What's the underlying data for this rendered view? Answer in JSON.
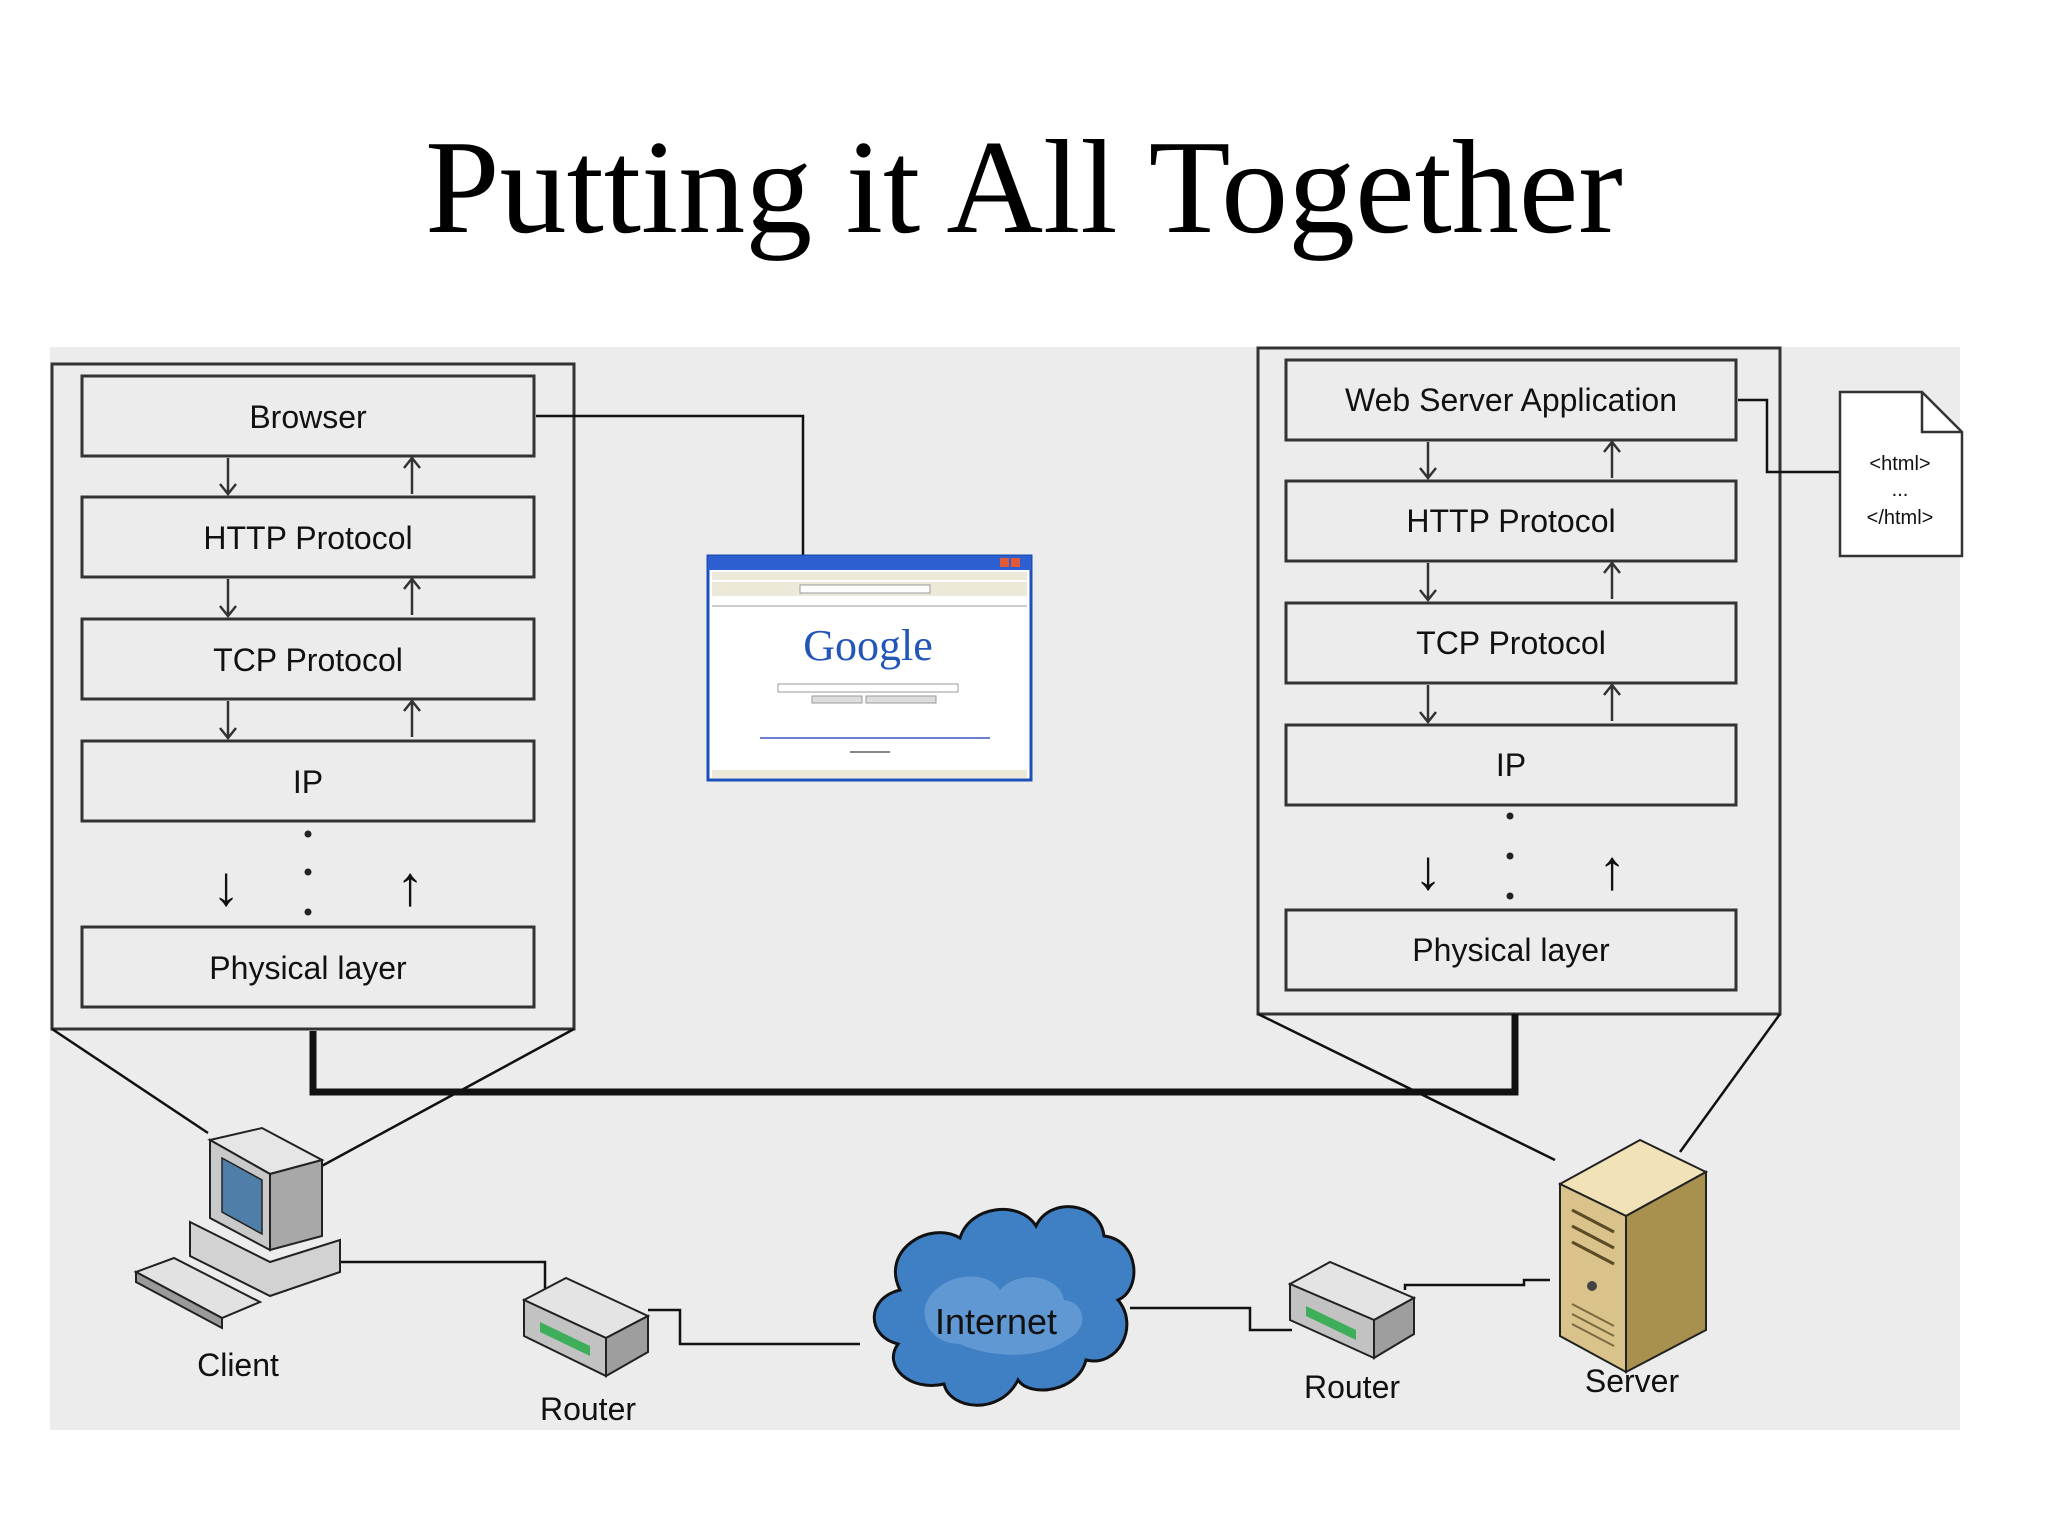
{
  "title": "Putting it All Together",
  "client_stack": [
    "Browser",
    "HTTP Protocol",
    "TCP Protocol",
    "IP",
    "Physical layer"
  ],
  "server_stack": [
    "Web Server Application",
    "HTTP Protocol",
    "TCP Protocol",
    "IP",
    "Physical layer"
  ],
  "document": {
    "open_tag": "<html>",
    "ellipsis": "...",
    "close_tag": "</html>"
  },
  "nodes": {
    "client": "Client",
    "router_left": "Router",
    "internet": "Internet",
    "router_right": "Router",
    "server": "Server"
  },
  "browser_window": {
    "logo": "Google"
  },
  "arrows": {
    "down": "↓",
    "up": "↑"
  },
  "colors": {
    "panel_bg": "#ececec",
    "line": "#111111",
    "cloud": "#3f7fc4",
    "server_body": "#d9c38a"
  }
}
